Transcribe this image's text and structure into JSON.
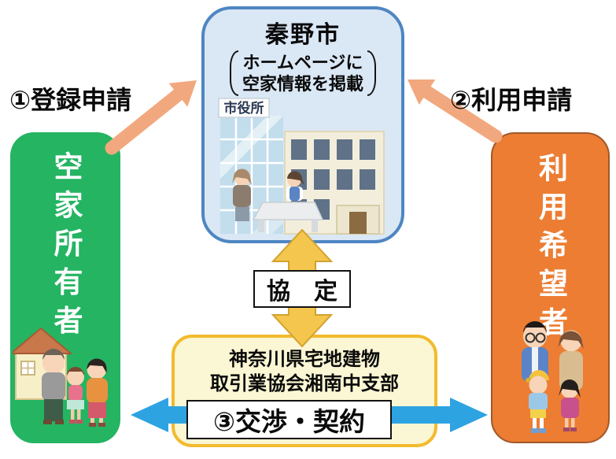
{
  "city": {
    "title": "秦野市",
    "note_line1": "ホームページに",
    "note_line2": "空家情報を掲載",
    "building_sign": "市役所"
  },
  "owner": {
    "label": "空家所有者"
  },
  "user": {
    "label": "利用希望者"
  },
  "association": {
    "name_line1": "神奈川県宅地建物",
    "name_line2": "取引業協会湘南中支部"
  },
  "flows": {
    "register": "①登録申請",
    "use": "②利用申請",
    "agreement": "協　定",
    "negotiation": "③交渉・契約"
  },
  "colors": {
    "city_fill": "#DAE7F5",
    "city_border": "#4E86C2",
    "owner_fill": "#24B462",
    "user_fill": "#EC7D33",
    "association_fill": "#FBF6D3",
    "association_border": "#F2BB2E",
    "diagonal_arrow": "#F2A87E",
    "agreement_arrow": "#F4C64E",
    "negotiation_arrow": "#2EA3E2"
  }
}
